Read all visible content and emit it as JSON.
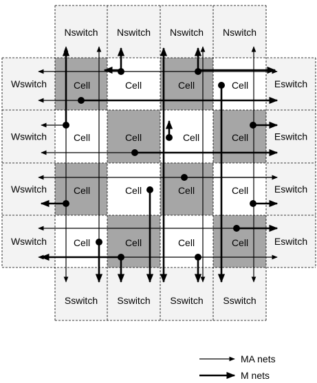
{
  "switches": {
    "north": [
      "Nswitch",
      "Nswitch",
      "Nswitch",
      "Nswitch"
    ],
    "south": [
      "Sswitch",
      "Sswitch",
      "Sswitch",
      "Sswitch"
    ],
    "west": [
      "Wswitch",
      "Wswitch",
      "Wswitch",
      "Wswitch"
    ],
    "east": [
      "Eswitch",
      "Eswitch",
      "Eswitch",
      "Eswitch"
    ]
  },
  "cells": [
    [
      {
        "label": "Cell",
        "shaded": true
      },
      {
        "label": "Cell",
        "shaded": false
      },
      {
        "label": "Cell",
        "shaded": true
      },
      {
        "label": "Cell",
        "shaded": false
      }
    ],
    [
      {
        "label": "Cell",
        "shaded": false
      },
      {
        "label": "Cell",
        "shaded": true
      },
      {
        "label": "Cell",
        "shaded": false
      },
      {
        "label": "Cell",
        "shaded": true
      }
    ],
    [
      {
        "label": "Cell",
        "shaded": true
      },
      {
        "label": "Cell",
        "shaded": false
      },
      {
        "label": "Cell",
        "shaded": true
      },
      {
        "label": "Cell",
        "shaded": false
      }
    ],
    [
      {
        "label": "Cell",
        "shaded": false
      },
      {
        "label": "Cell",
        "shaded": true
      },
      {
        "label": "Cell",
        "shaded": false
      },
      {
        "label": "Cell",
        "shaded": true
      }
    ]
  ],
  "legend": {
    "ma_nets": "MA nets",
    "m_nets": "M nets"
  },
  "colors": {
    "cell_shaded": "#a6a6a6",
    "switch_fill": "#f3f3f3",
    "line": "#000000"
  }
}
